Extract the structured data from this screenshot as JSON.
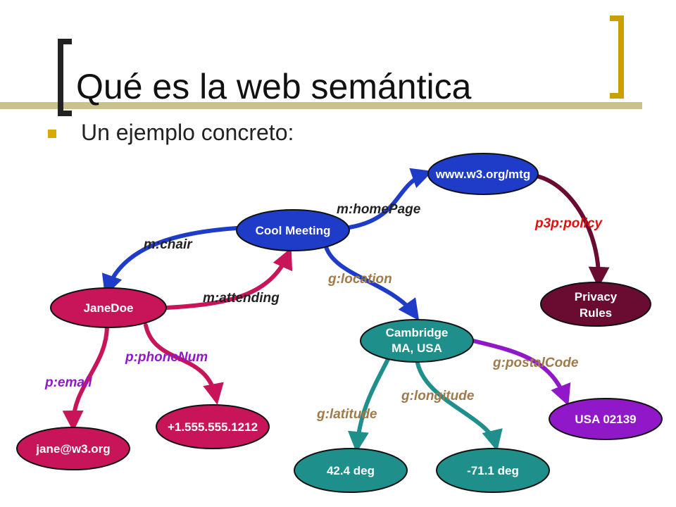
{
  "slide": {
    "title": "Qué es la web semántica",
    "bullet_text": "Un ejemplo concreto:"
  },
  "colors": {
    "rule": "#c9c38b",
    "bracket_left": "#222222",
    "bracket_right": "#c9a000",
    "bullet": "#d8a900",
    "blue": "#1e3cc8",
    "magenta": "#c8155a",
    "teal": "#1e8f8a",
    "purple": "#9018c8",
    "maroon": "#6a0b32",
    "brown_label": "#a07a4a",
    "red_label": "#e01010"
  },
  "diagram": {
    "nodes": {
      "cool_meeting": "Cool Meeting",
      "w3_mtg": "www.w3.org/mtg",
      "privacy_rules": [
        "Privacy",
        "Rules"
      ],
      "jane_doe": "JaneDoe",
      "cambridge": [
        "Cambridge",
        "MA, USA"
      ],
      "jane_email": "jane@w3.org",
      "phone": "+1.555.555.1212",
      "usa_zip": "USA 02139",
      "lat": "42.4 deg",
      "lon": "-71.1 deg"
    },
    "edges": {
      "home_page": "m:homePage",
      "policy": "p3p:policy",
      "chair": "m:chair",
      "attending": "m:attending",
      "location": "g:location",
      "phone_num": "p:phoneNum",
      "email": "p:email",
      "postal_code": "g:postalCode",
      "latitude": "g:latitude",
      "longitude": "g:longitude"
    }
  }
}
